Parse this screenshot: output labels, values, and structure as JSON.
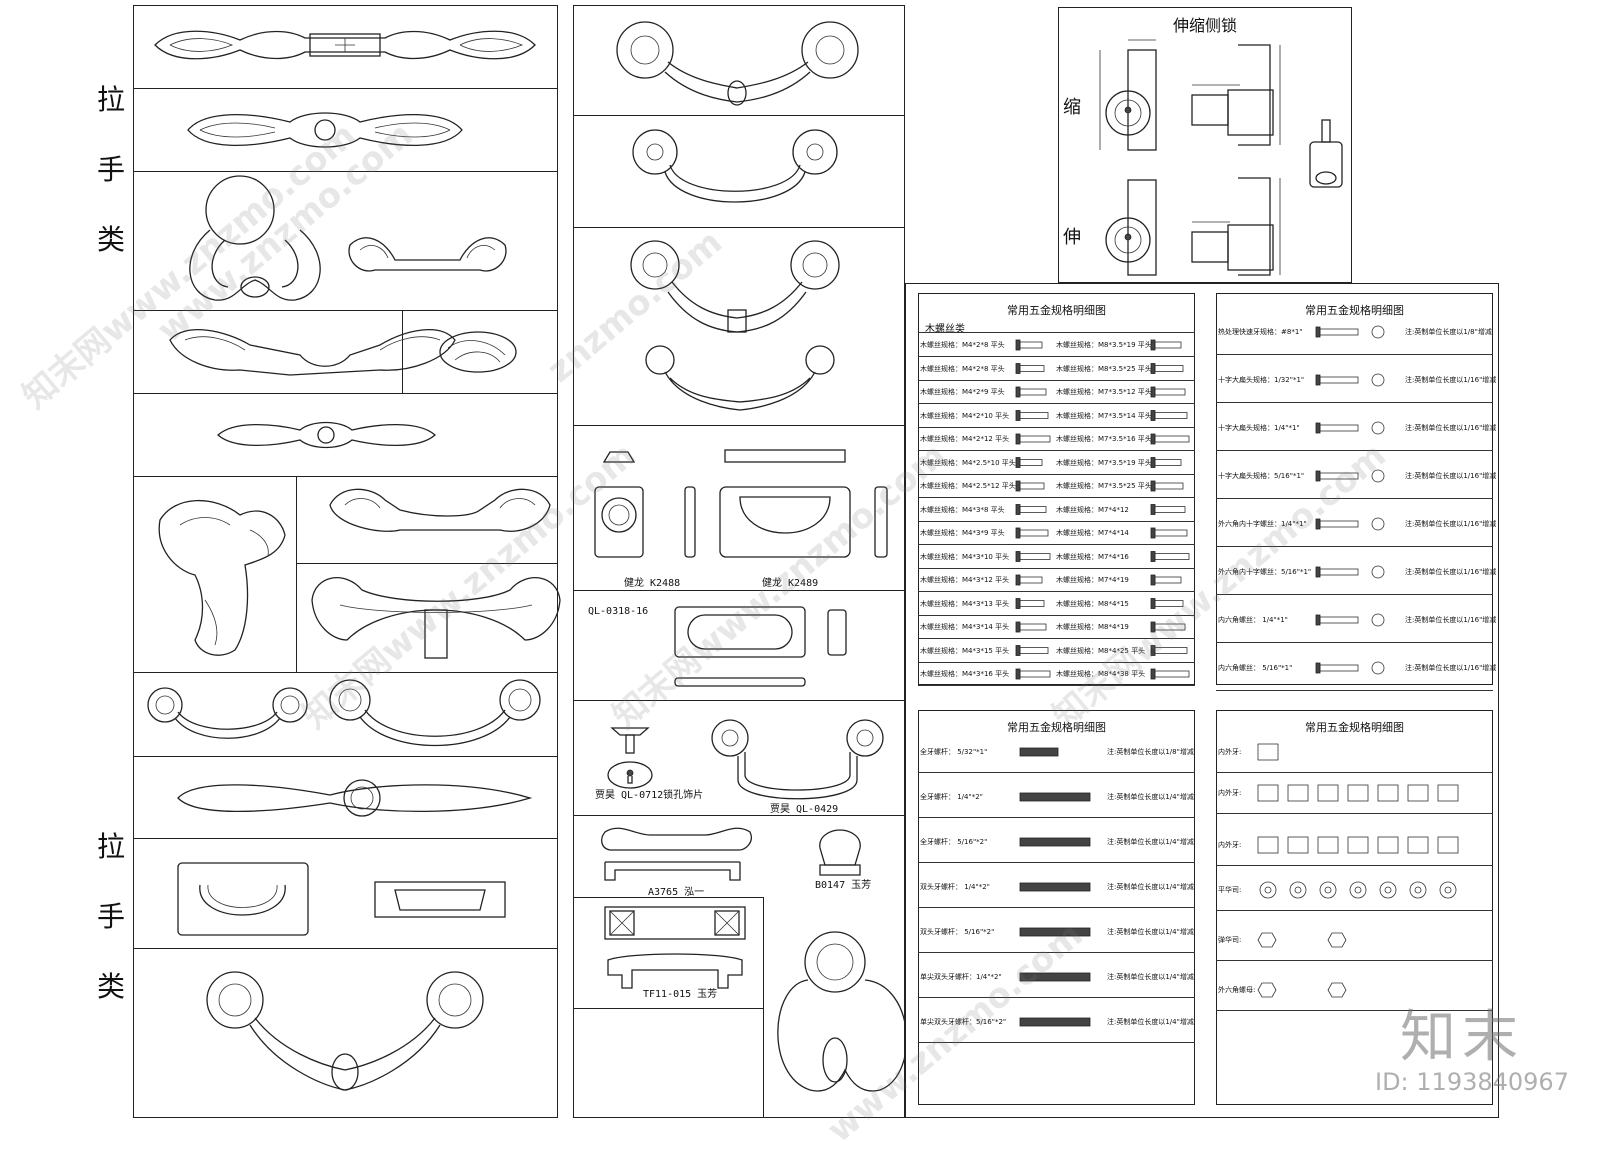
{
  "left_labels": {
    "top": [
      "拉",
      "手",
      "类"
    ],
    "bottom": [
      "拉",
      "手",
      "类"
    ]
  },
  "captions": {
    "k2488": "健龙 K2488",
    "k2489": "健龙 K2489",
    "ql0318": "QL-0318-16",
    "ql0712": "贾昊 QL-0712锁孔饰片",
    "ql0429": "贾昊 QL-0429",
    "a3765": "A3765 泓一",
    "b0147": "B0147 玉芳",
    "tf11": "TF11-015 玉芳"
  },
  "lock_panel": {
    "title": "伸缩侧锁",
    "label_retract": "缩",
    "label_extend": "伸"
  },
  "sheet_title": "常用五金规格明细图",
  "sheet1": {
    "header": "木螺丝类",
    "rows_left": [
      "木螺丝规格：M4*2*8  平头",
      "木螺丝规格：M4*2*8  平头",
      "木螺丝规格：M4*2*9  平头",
      "木螺丝规格：M4*2*10 平头",
      "木螺丝规格：M4*2*12 平头",
      "木螺丝规格：M4*2.5*10 平头",
      "木螺丝规格：M4*2.5*12 平头",
      "木螺丝规格：M4*3*8  平头",
      "木螺丝规格：M4*3*9  平头",
      "木螺丝规格：M4*3*10 平头",
      "木螺丝规格：M4*3*12 平头",
      "木螺丝规格：M4*3*13 平头",
      "木螺丝规格：M4*3*14 平头",
      "木螺丝规格：M4*3*15 平头",
      "木螺丝规格：M4*3*16 平头"
    ],
    "rows_right": [
      "木螺丝规格：M8*3.5*19 平头",
      "木螺丝规格：M8*3.5*25 平头",
      "木螺丝规格：M7*3.5*12 平头",
      "木螺丝规格：M7*3.5*14 平头",
      "木螺丝规格：M7*3.5*16 平头",
      "木螺丝规格：M7*3.5*19 平头",
      "木螺丝规格：M7*3.5*25 平头",
      "木螺丝规格：M7*4*12",
      "木螺丝规格：M7*4*14",
      "木螺丝规格：M7*4*16",
      "木螺丝规格：M7*4*19",
      "木螺丝规格：M8*4*15",
      "木螺丝规格：M8*4*19",
      "木螺丝规格：M8*4*25 平头",
      "木螺丝规格：M8*4*38 平头"
    ]
  },
  "sheet2": {
    "rows": [
      {
        "label": "热处理快速牙规格：#8*1\"",
        "note": "注:英制单位长度以1/8\"增减"
      },
      {
        "label": "十字大扁头规格：1/32\"*1\"",
        "note": "注:英制单位长度以1/16\"增减"
      },
      {
        "label": "十字大扁头规格：1/4\"*1\"",
        "note": "注:英制单位长度以1/16\"增减"
      },
      {
        "label": "十字大扁头规格：5/16\"*1\"",
        "note": "注:英制单位长度以1/16\"增减"
      },
      {
        "label": "外六角内十字螺丝：1/4\"*1\"",
        "note": "注:英制单位长度以1/16\"增减"
      },
      {
        "label": "外六角内十字螺丝：5/16\"*1\"",
        "note": "注:英制单位长度以1/16\"增减"
      },
      {
        "label": "内六角螺丝：     1/4\"*1\"",
        "note": "注:英制单位长度以1/16\"增减"
      },
      {
        "label": "内六角螺丝：     5/16\"*1\"",
        "note": "注:英制单位长度以1/16\"增减"
      }
    ]
  },
  "sheet3": {
    "rows": [
      {
        "label": "全牙螺杆：  5/32\"*1\"",
        "note": "注:英制单位长度以1/8\"增减"
      },
      {
        "label": "全牙螺杆：  1/4\"*2\"",
        "note": "注:英制单位长度以1/4\"增减"
      },
      {
        "label": "全牙螺杆：  5/16\"*2\"",
        "note": "注:英制单位长度以1/4\"增减"
      },
      {
        "label": "双头牙螺杆：  1/4\"*2\"",
        "note": "注:英制单位长度以1/4\"增减"
      },
      {
        "label": "双头牙螺杆：  5/16\"*2\"",
        "note": "注:英制单位长度以1/4\"增减"
      },
      {
        "label": "单尖双头牙螺杆：1/4\"*2\"",
        "note": "注:英制单位长度以1/4\"增减"
      },
      {
        "label": "单尖双头牙螺杆：5/16\"*2\"",
        "note": "注:英制单位长度以1/4\"增减"
      }
    ]
  },
  "sheet4": {
    "rows": [
      "内外牙:",
      "内外牙:",
      "内外牙:",
      "平华司:",
      "弹华司:",
      "外六角螺母:"
    ]
  },
  "watermarks": [
    "知末网www.znzmo.com",
    "www.znzmo.com",
    "知末网www.znzmo.com",
    "znzmo.com",
    "知末网www.znzmo.com",
    "www.znzmo.com",
    "知末网www.znzmo.com"
  ],
  "brand": {
    "logo": "知末",
    "id": "ID: 1193840967"
  }
}
